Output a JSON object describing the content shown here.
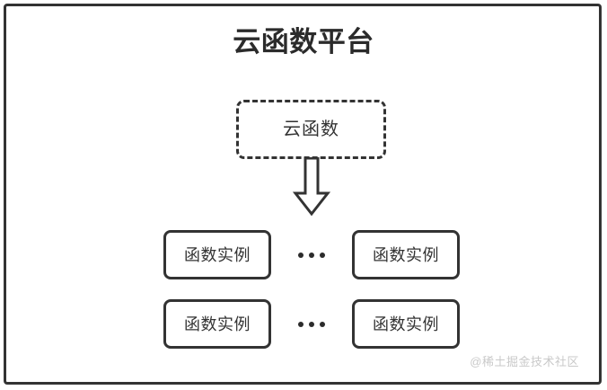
{
  "diagram": {
    "title": "云函数平台",
    "cloud_function": {
      "label": "云函数",
      "style": "dashed"
    },
    "arrow": {
      "icon": "arrow-down-icon",
      "direction": "down"
    },
    "rows": [
      {
        "left_label": "函数实例",
        "ellipsis": "...",
        "right_label": "函数实例"
      },
      {
        "left_label": "函数实例",
        "ellipsis": "...",
        "right_label": "函数实例"
      }
    ],
    "watermark": "@稀土掘金技术社区",
    "colors": {
      "stroke": "#333333",
      "title": "#2b2b2b",
      "background": "#ffffff",
      "watermark": "#c9c9c9"
    }
  }
}
